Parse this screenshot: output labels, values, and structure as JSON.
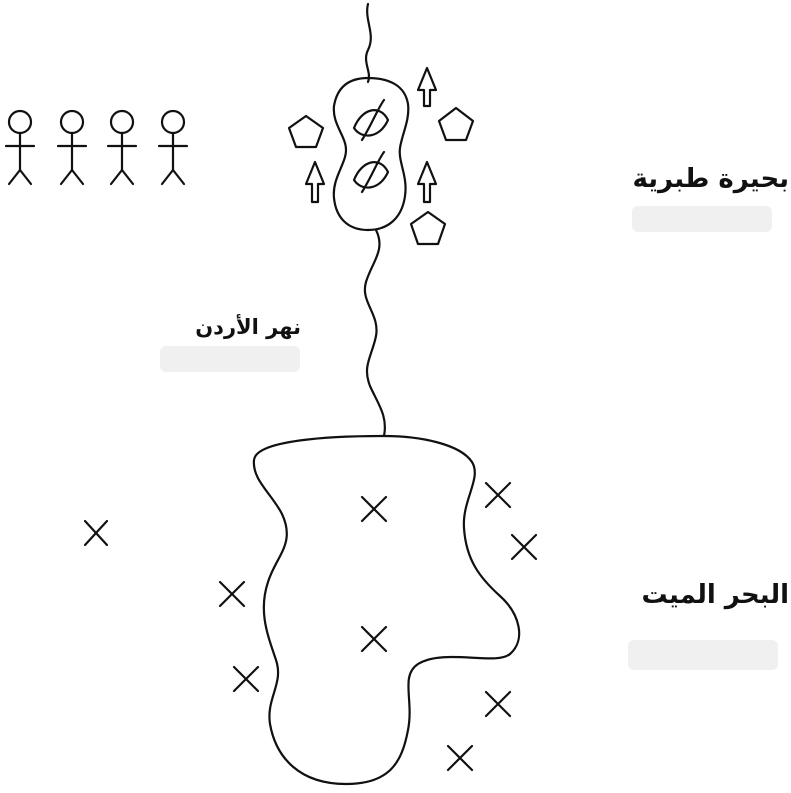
{
  "labels": {
    "sea_of_galilee": "بحيرة طبرية",
    "jordan_river": "نهر الأردن",
    "dead_sea": "البحر الميت"
  },
  "icons": {
    "person": "stick-figure-icon",
    "fish": "fish-icon",
    "plant": "arrow-plant-icon",
    "pentagon": "pentagon-icon",
    "cross": "x-mark-icon"
  },
  "colors": {
    "stroke": "#111111",
    "background": "#ffffff"
  }
}
